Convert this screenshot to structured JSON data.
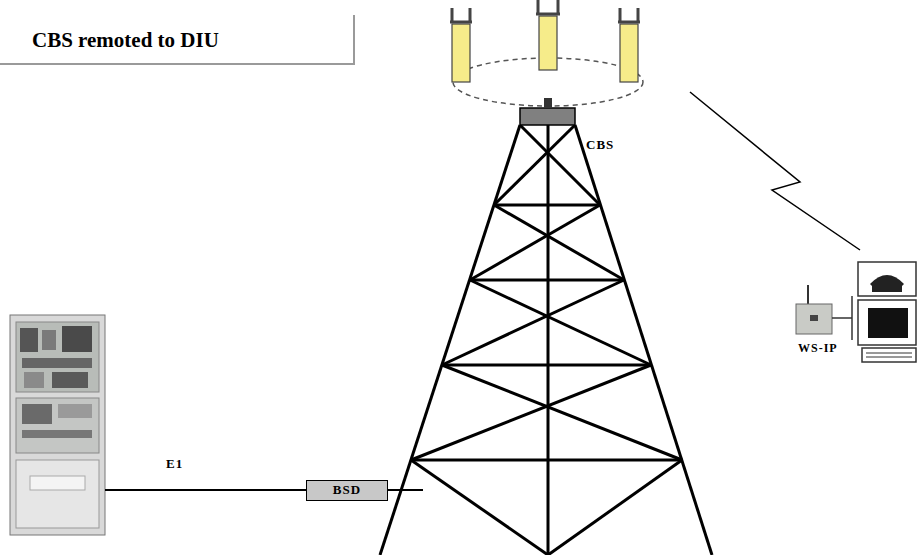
{
  "diagram": {
    "title": "CBS remoted to DIU",
    "nodes": [
      {
        "text": [
          "BSD"
        ]
      }
    ],
    "labels": [
      "CBS",
      "E1",
      "WS-IP"
    ]
  }
}
